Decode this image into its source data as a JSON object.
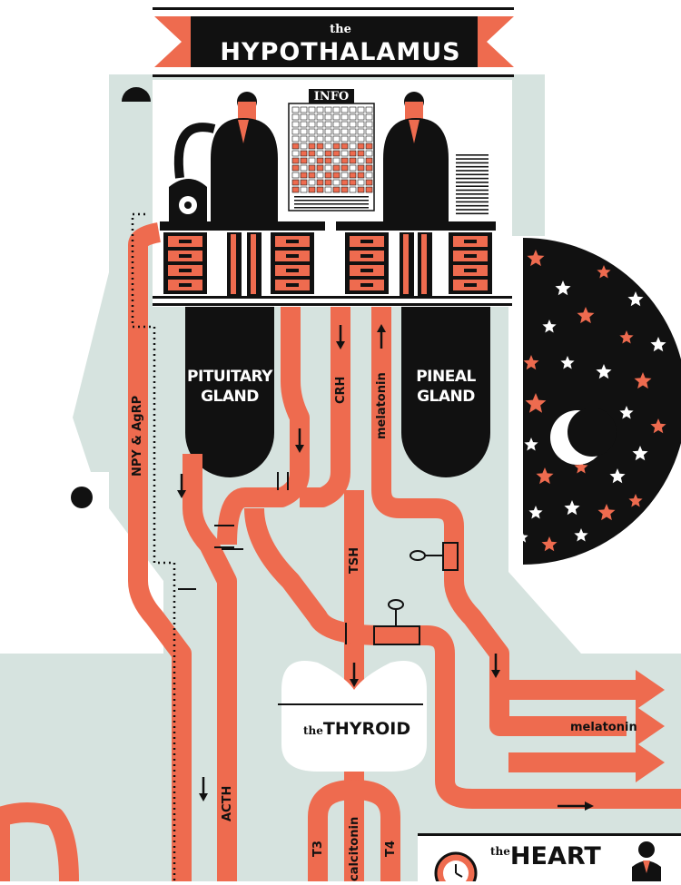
{
  "colors": {
    "accent": "#ee6b4f",
    "dark": "#111111",
    "pale": "#d6e3df",
    "paper": "#ffffff"
  },
  "header": {
    "article": "the",
    "title": "HYPOTHALAMUS"
  },
  "info_board": {
    "label": "INFO"
  },
  "glands": {
    "pituitary": {
      "line1": "PITUITARY",
      "line2": "GLAND"
    },
    "pineal": {
      "line1": "PINEAL",
      "line2": "GLAND"
    }
  },
  "hormones": {
    "npy": "NPY & AgRP",
    "crh": "CRH",
    "melatonin_vertical": "melatonin",
    "tsh": "TSH",
    "acth": "ACTH",
    "melatonin_horizontal": "melatonin",
    "t3": "T3",
    "calcitonin": "calcitonin",
    "t4": "T4"
  },
  "organs": {
    "thyroid": {
      "article": "the",
      "name": "THYROID"
    },
    "heart": {
      "article": "the",
      "name": "HEART"
    }
  },
  "icons": [
    "telephone-icon",
    "moon-icon",
    "star-icon",
    "valve-icon",
    "clock-icon",
    "person-icon",
    "arrow-icon"
  ]
}
